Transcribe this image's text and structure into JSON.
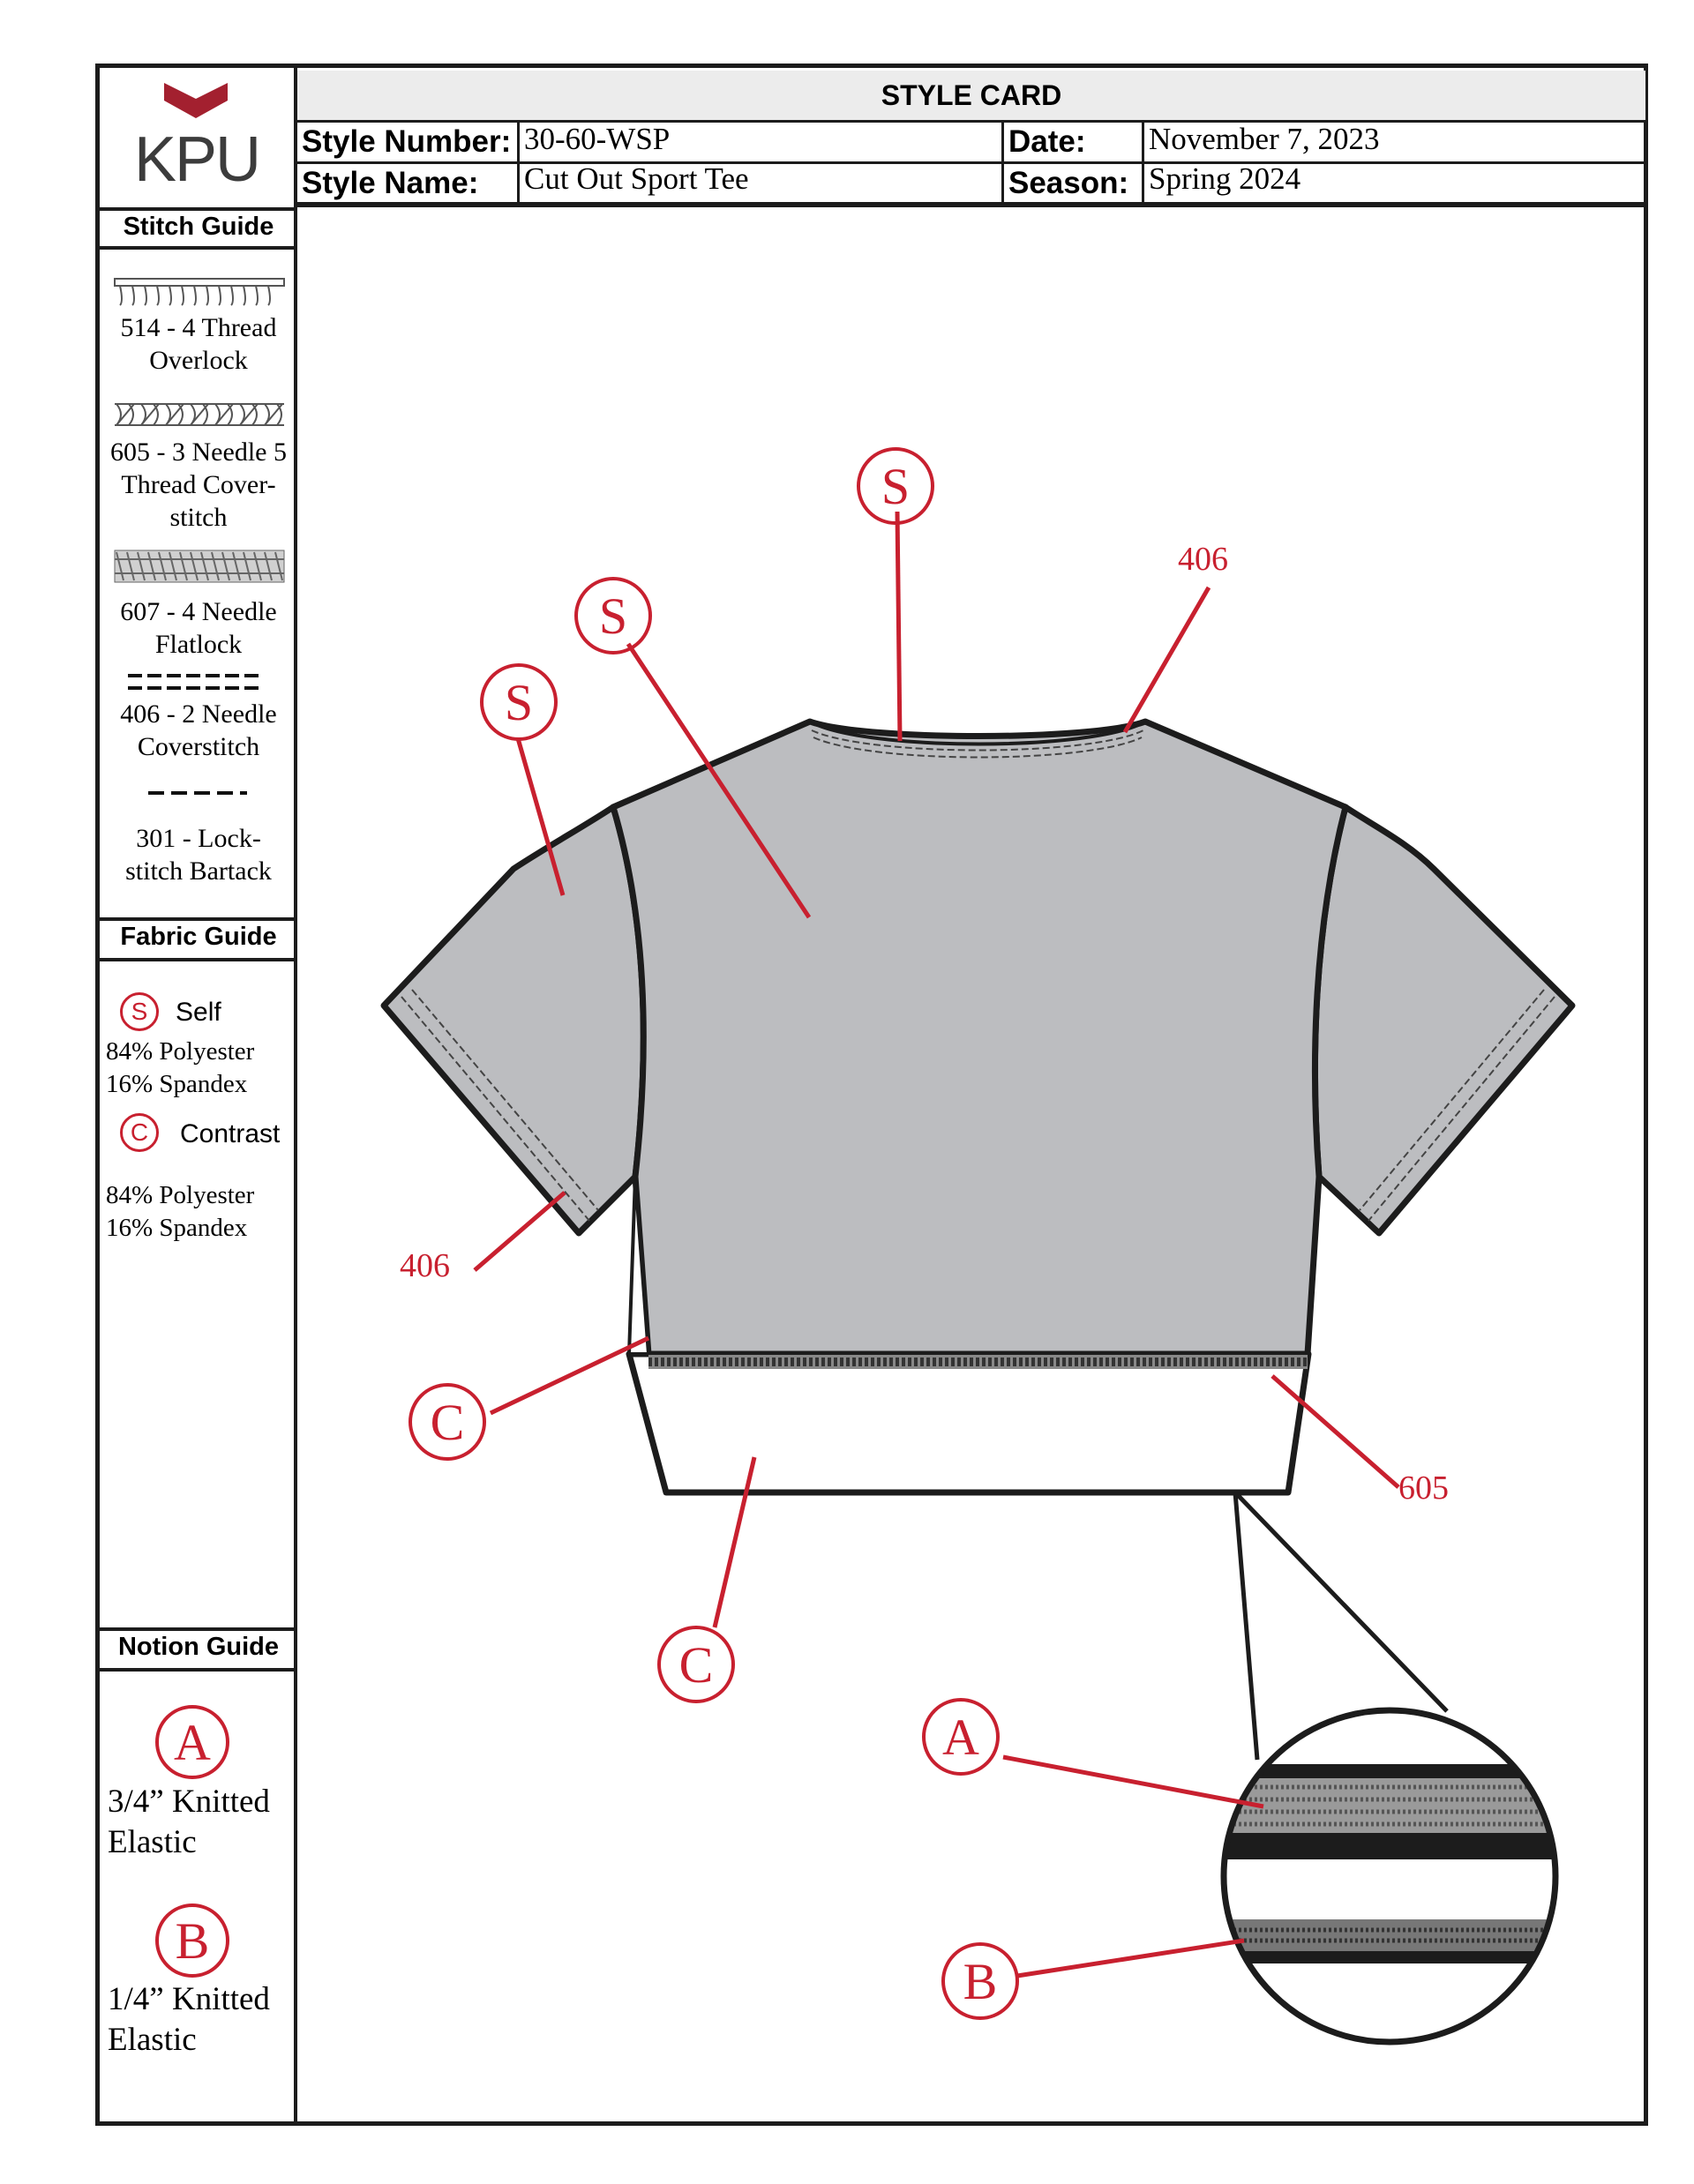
{
  "header": {
    "title": "STYLE CARD",
    "style_number_label": "Style Number:",
    "style_number": "30-60-WSP",
    "style_name_label": "Style Name:",
    "style_name": "Cut Out Sport Tee",
    "date_label": "Date:",
    "date": "November 7, 2023",
    "season_label": "Season:",
    "season": "Spring 2024"
  },
  "logo": {
    "text": "KPU",
    "color": "#a3202f"
  },
  "stitch_guide": {
    "title": "Stitch Guide",
    "items": [
      {
        "icon": "overlock-stitch-icon",
        "label_lines": [
          "514 - 4 Thread",
          "Overlock"
        ]
      },
      {
        "icon": "coverstitch-5-thread-icon",
        "label_lines": [
          "605 - 3 Needle 5",
          "Thread Cover-",
          "stitch"
        ]
      },
      {
        "icon": "flatlock-stitch-icon",
        "label_lines": [
          "607 - 4 Needle",
          "Flatlock"
        ]
      },
      {
        "icon": "double-dash-stitch-icon",
        "label_lines": [
          "406 - 2 Needle",
          "Coverstitch"
        ]
      },
      {
        "icon": "single-dash-stitch-icon",
        "label_lines": [
          "301 - Lock-",
          "stitch Bartack"
        ]
      }
    ]
  },
  "fabric_guide": {
    "title": "Fabric Guide",
    "self": {
      "symbol": "S",
      "name": "Self",
      "lines": [
        "84% Polyester",
        "16% Spandex"
      ]
    },
    "contrast": {
      "symbol": "C",
      "name": "Contrast",
      "lines": [
        "84% Polyester",
        "16% Spandex"
      ]
    }
  },
  "notion_guide": {
    "title": "Notion Guide",
    "a": {
      "symbol": "A",
      "lines": [
        "3/4” Knitted",
        "Elastic"
      ]
    },
    "b": {
      "symbol": "B",
      "lines": [
        "1/4” Knitted",
        "Elastic"
      ]
    }
  },
  "drawing": {
    "callouts": {
      "self": "S",
      "contrast": "C",
      "elastic_a": "A",
      "elastic_b": "B"
    },
    "stitch_labels": {
      "neck": "406",
      "sleeve": "406",
      "hem": "605"
    },
    "colors": {
      "body": "#bcbdc0",
      "outline": "#1c1c1c",
      "accent": "#c8202f"
    }
  }
}
